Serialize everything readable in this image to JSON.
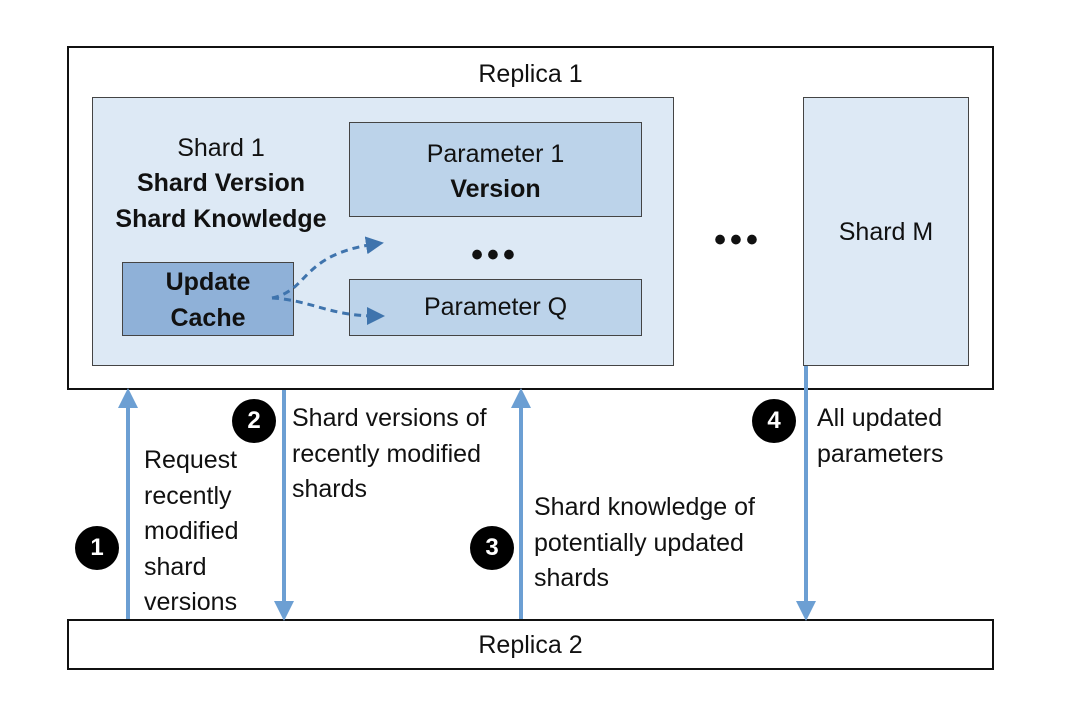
{
  "replica1": {
    "title": "Replica 1"
  },
  "replica2": {
    "title": "Replica 2"
  },
  "shard1": {
    "title": "Shard 1",
    "version_label": "Shard Version",
    "knowledge_label": "Shard Knowledge",
    "parameter1": {
      "line1": "Parameter 1",
      "line2": "Version"
    },
    "ellipsis": "•••",
    "parameterq": "Parameter Q",
    "update_cache": {
      "line1": "Update",
      "line2": "Cache"
    }
  },
  "between_shards_ellipsis": "•••",
  "shardm": {
    "title": "Shard M"
  },
  "steps": [
    {
      "number": "1",
      "lines": [
        "Request",
        "recently",
        "modified",
        "shard",
        "versions"
      ]
    },
    {
      "number": "2",
      "lines": [
        "Shard versions of",
        "recently modified",
        "shards"
      ]
    },
    {
      "number": "3",
      "lines": [
        "Shard knowledge of",
        "potentially updated",
        "shards"
      ]
    },
    {
      "number": "4",
      "lines": [
        "All updated",
        "parameters"
      ]
    }
  ],
  "colors": {
    "arrow": "#6c9fd3",
    "dashed_arrow": "#3f74ad",
    "box_light": "#dde9f5",
    "box_mid": "#bcd3ea",
    "box_dark": "#8fb1d8"
  }
}
